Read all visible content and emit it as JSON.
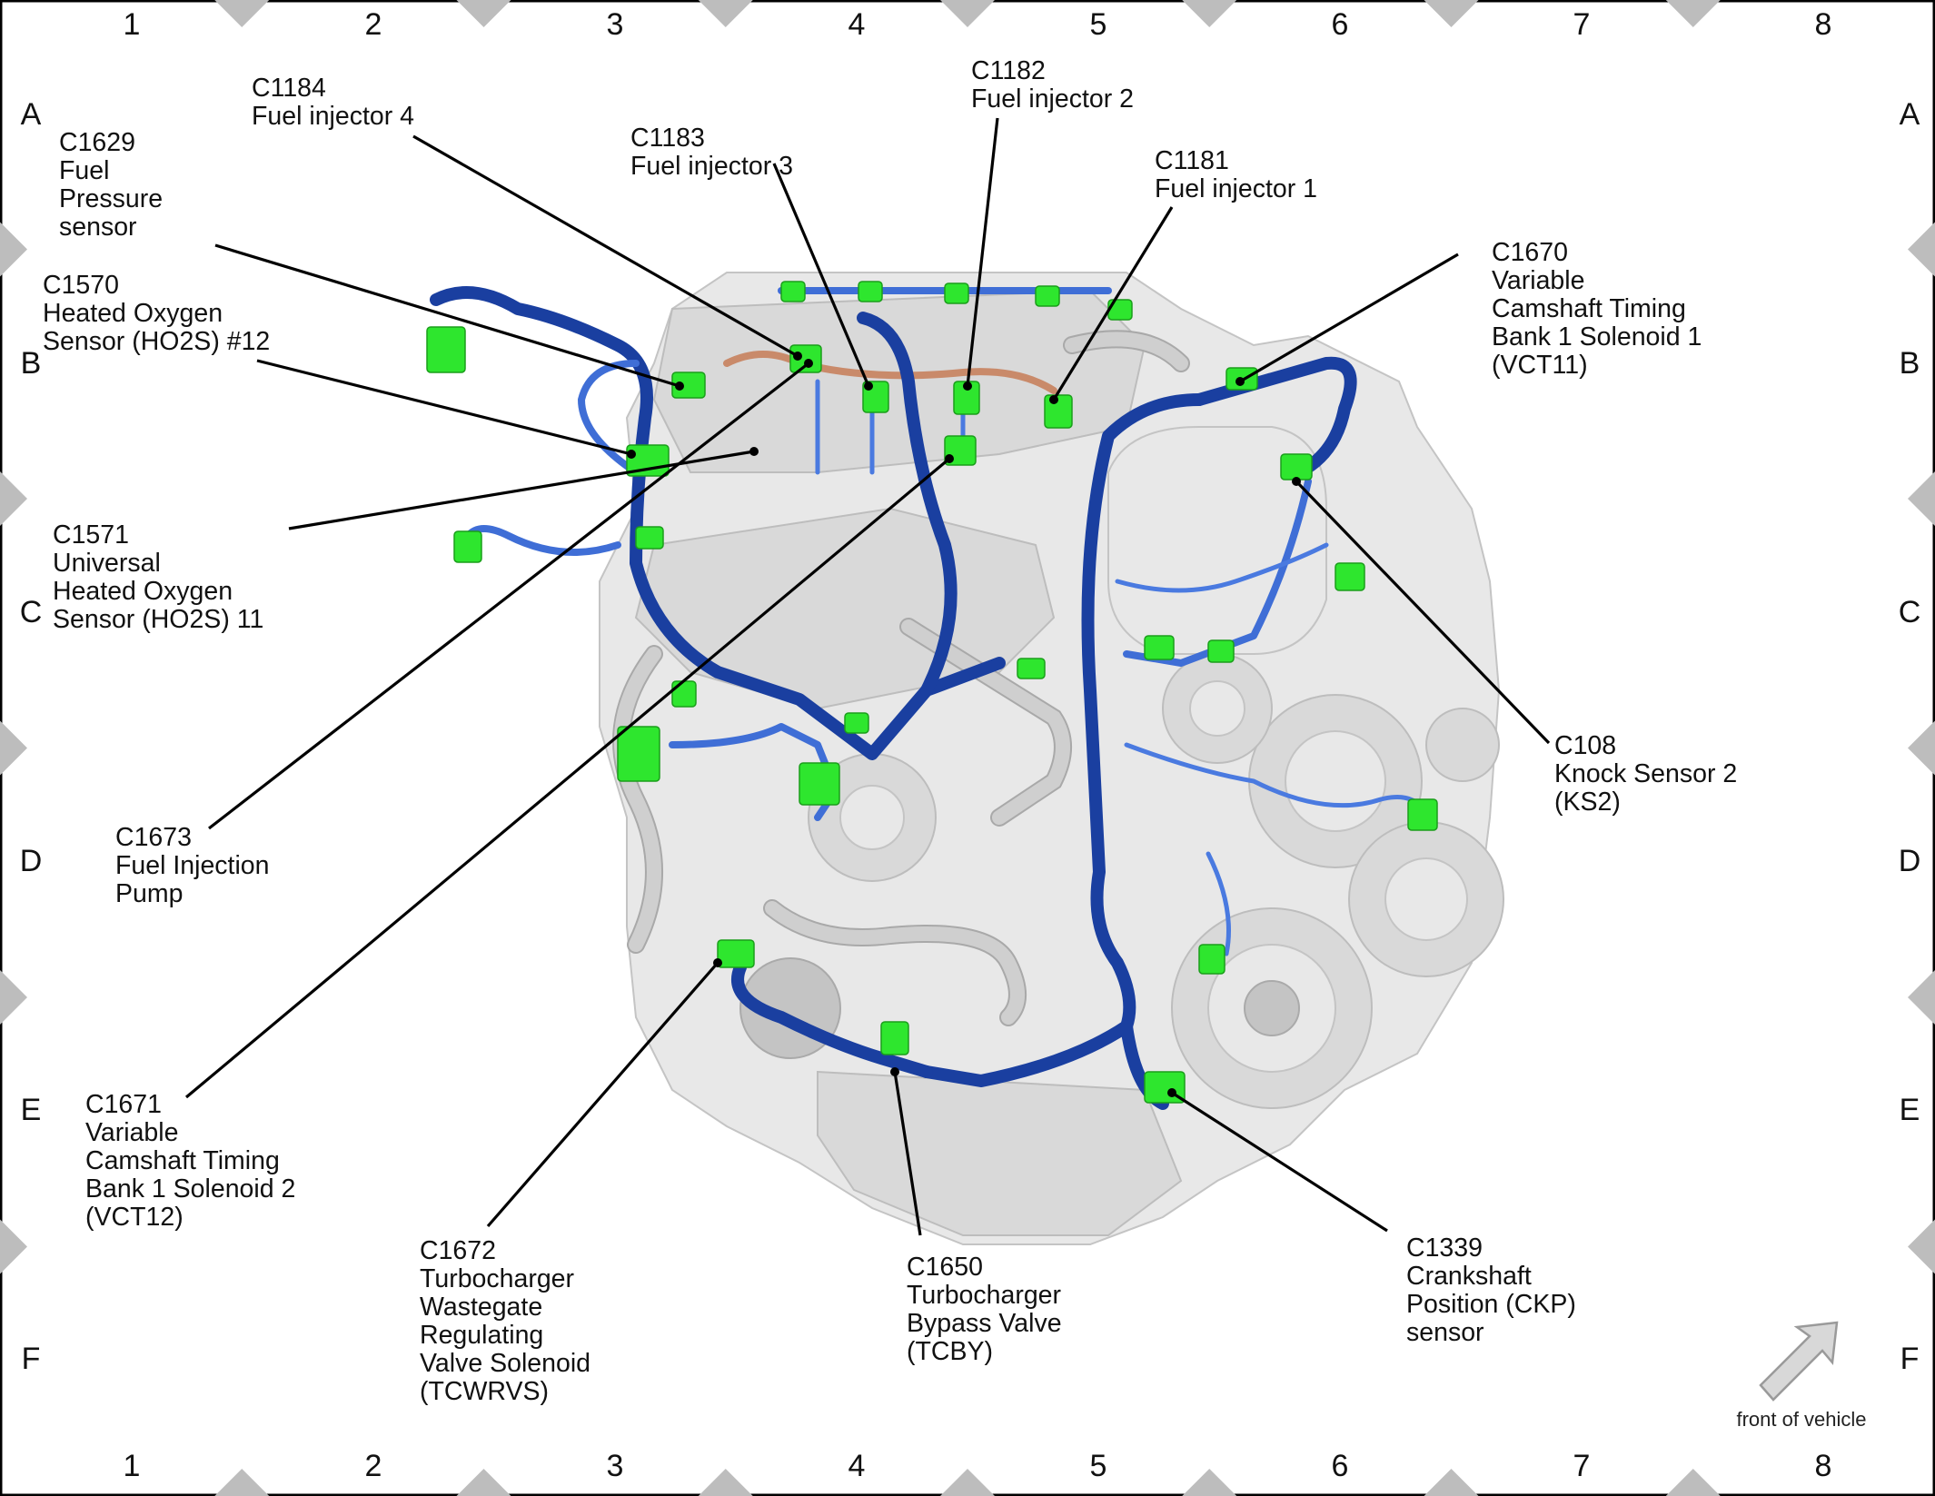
{
  "grid": {
    "columns": [
      "1",
      "2",
      "3",
      "4",
      "5",
      "6",
      "7",
      "8"
    ],
    "rows": [
      "A",
      "B",
      "C",
      "D",
      "E",
      "F"
    ]
  },
  "callouts": [
    {
      "id": "c1184",
      "lines": [
        "C1184",
        "Fuel injector 4"
      ]
    },
    {
      "id": "c1629",
      "lines": [
        "C1629",
        "Fuel",
        "Pressure",
        "sensor"
      ]
    },
    {
      "id": "c1570",
      "lines": [
        "C1570",
        "Heated Oxygen",
        "Sensor (HO2S) #12"
      ]
    },
    {
      "id": "c1571",
      "lines": [
        "C1571",
        "Universal",
        "Heated Oxygen",
        "Sensor (HO2S) 11"
      ]
    },
    {
      "id": "c1673",
      "lines": [
        "C1673",
        "Fuel Injection",
        "Pump"
      ]
    },
    {
      "id": "c1671",
      "lines": [
        "C1671",
        "Variable",
        "Camshaft Timing",
        "Bank 1 Solenoid 2",
        "(VCT12)"
      ]
    },
    {
      "id": "c1672",
      "lines": [
        "C1672",
        "Turbocharger",
        "Wastegate",
        "Regulating",
        "Valve Solenoid",
        "(TCWRVS)"
      ]
    },
    {
      "id": "c1650",
      "lines": [
        "C1650",
        "Turbocharger",
        "Bypass Valve",
        "(TCBY)"
      ]
    },
    {
      "id": "c1339",
      "lines": [
        "C1339",
        "Crankshaft",
        "Position (CKP)",
        "sensor"
      ]
    },
    {
      "id": "c108",
      "lines": [
        "C108",
        "Knock Sensor 2",
        "(KS2)"
      ]
    },
    {
      "id": "c1670",
      "lines": [
        "C1670",
        "Variable",
        "Camshaft Timing",
        "Bank 1 Solenoid 1",
        "(VCT11)"
      ]
    },
    {
      "id": "c1181",
      "lines": [
        "C1181",
        "Fuel injector 1"
      ]
    },
    {
      "id": "c1182",
      "lines": [
        "C1182",
        "Fuel injector 2"
      ]
    },
    {
      "id": "c1183",
      "lines": [
        "C1183",
        "Fuel injector 3"
      ]
    }
  ],
  "orientation": {
    "label": "front of vehicle",
    "arrow_icon": "arrow-up-right-icon"
  },
  "colors": {
    "connector": "#2ee62e",
    "harness_main": "#1a3fa0",
    "harness_branch": "#3f6ed6",
    "engine": "#d9d9d9",
    "border_marker": "#bdbdbd"
  }
}
